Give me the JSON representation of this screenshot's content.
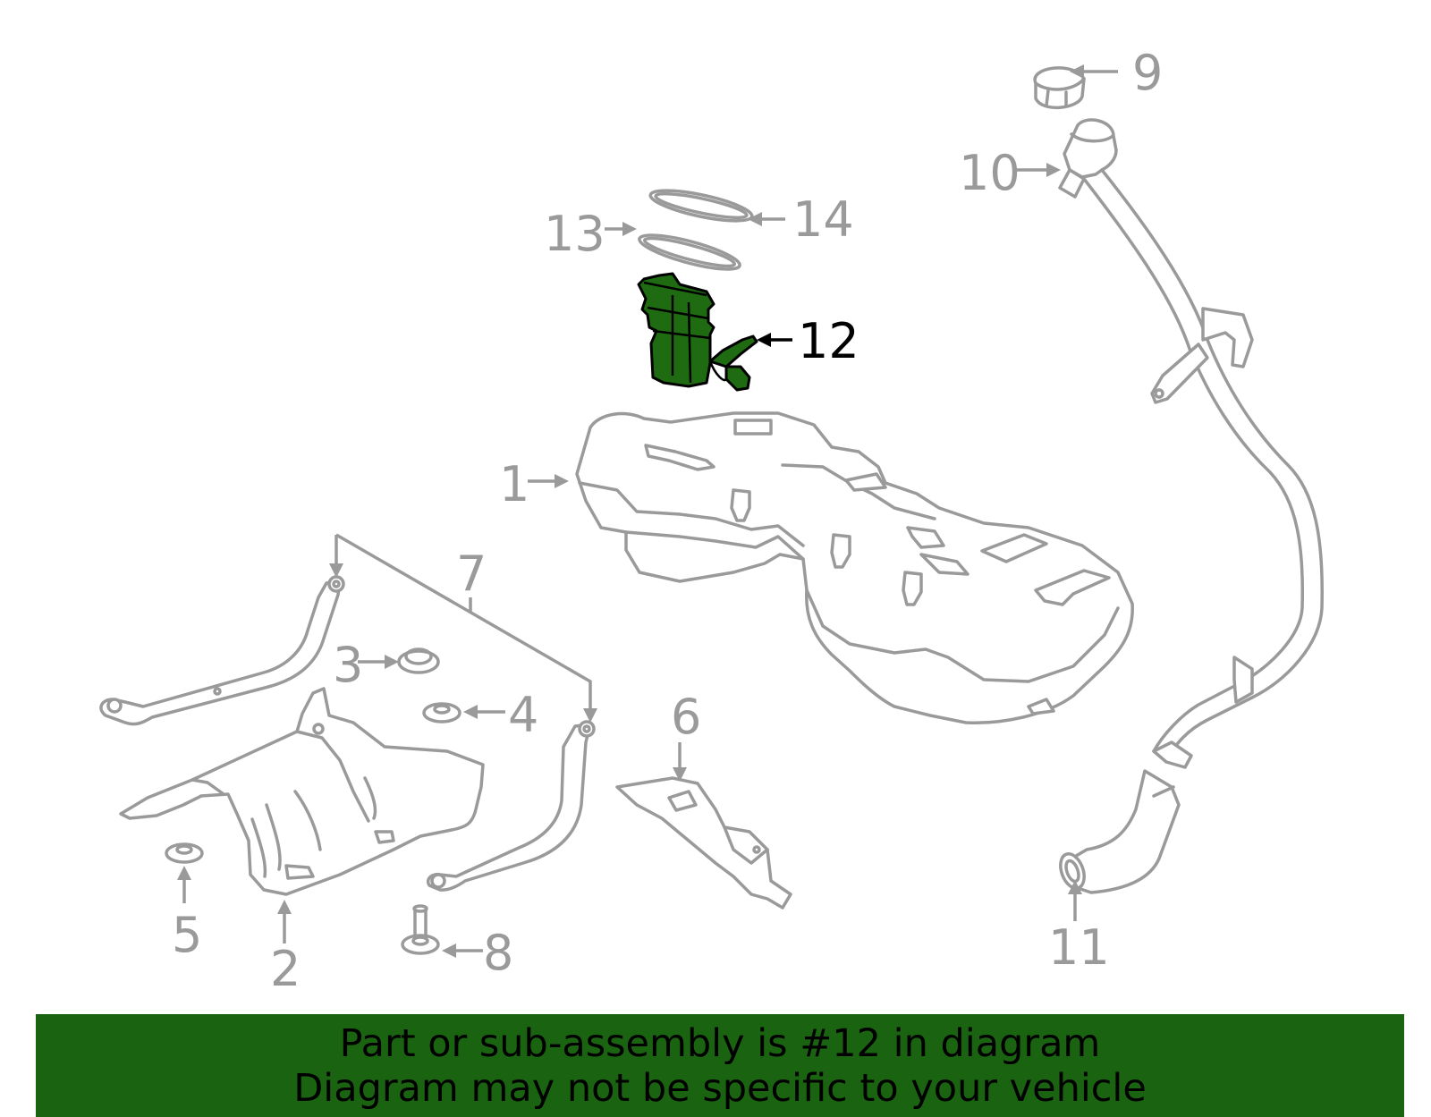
{
  "colors": {
    "highlight_fill": "#1f6b12",
    "banner_background": "#1a6310",
    "line_gray": "#9a9a9a",
    "text_black": "#000000"
  },
  "callouts": {
    "c1": "1",
    "c2": "2",
    "c3": "3",
    "c4": "4",
    "c5": "5",
    "c6": "6",
    "c7": "7",
    "c8": "8",
    "c9": "9",
    "c10": "10",
    "c11": "11",
    "c12": "12",
    "c13": "13",
    "c14": "14"
  },
  "highlighted_part": "12",
  "banner": {
    "line1": "Part or sub-assembly is #12 in diagram",
    "line2": "Diagram may not be specific to your vehicle"
  }
}
